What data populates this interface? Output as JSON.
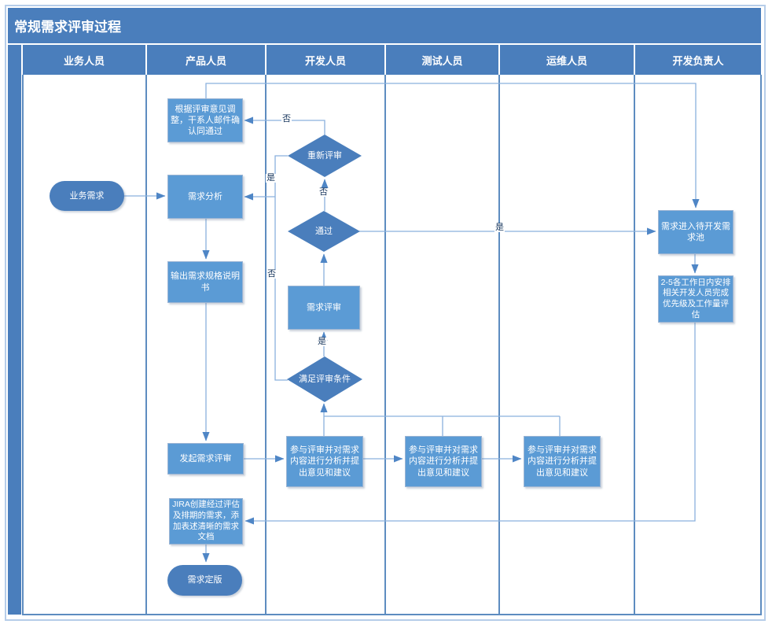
{
  "title": "常规需求评审过程",
  "lanes": [
    {
      "label": "业务人员"
    },
    {
      "label": "产品人员"
    },
    {
      "label": "开发人员"
    },
    {
      "label": "测试人员"
    },
    {
      "label": "运维人员"
    },
    {
      "label": "开发负责人"
    }
  ],
  "nodes": {
    "biz_req": {
      "text": "业务需求",
      "shape": "stadium"
    },
    "adjust": {
      "text": "根据评审意见调整，干系人邮件确认同通过",
      "shape": "rect"
    },
    "analysis": {
      "text": "需求分析",
      "shape": "rect"
    },
    "spec": {
      "text": "输出需求规格说明书",
      "shape": "rect"
    },
    "initiate": {
      "text": "发起需求评审",
      "shape": "rect"
    },
    "jira": {
      "text": "JIRA创建经过评估及排期的需求，添加表述清晰的需求文档",
      "shape": "rect"
    },
    "finalize": {
      "text": "需求定版",
      "shape": "stadium"
    },
    "rereview": {
      "text": "重新评审",
      "shape": "diamond"
    },
    "pass": {
      "text": "通过",
      "shape": "diamond"
    },
    "review": {
      "text": "需求评审",
      "shape": "rect"
    },
    "cond": {
      "text": "满足评审条件",
      "shape": "diamond"
    },
    "part_dev": {
      "text": "参与评审并对需求内容进行分析并提出意见和建议",
      "shape": "rect"
    },
    "part_test": {
      "text": "参与评审并对需求内容进行分析并提出意见和建议",
      "shape": "rect"
    },
    "part_ops": {
      "text": "参与评审并对需求内容进行分析并提出意见和建议",
      "shape": "rect"
    },
    "pool": {
      "text": "需求进入待开发需求池",
      "shape": "rect"
    },
    "sched": {
      "text": "2-5各工作日内安排相关开发人员完成优先级及工作量评估",
      "shape": "rect"
    }
  },
  "labels": {
    "rereview_no": "否",
    "rereview_yes": "是",
    "pass_no": "否",
    "pass_yes": "是",
    "cond_no": "否",
    "cond_yes": "是"
  },
  "colors": {
    "accent": "#4a7ebc",
    "node_fill": "#5b9bd5",
    "decision_fill": "#4a7ebc",
    "line": "#8ab1dd"
  }
}
